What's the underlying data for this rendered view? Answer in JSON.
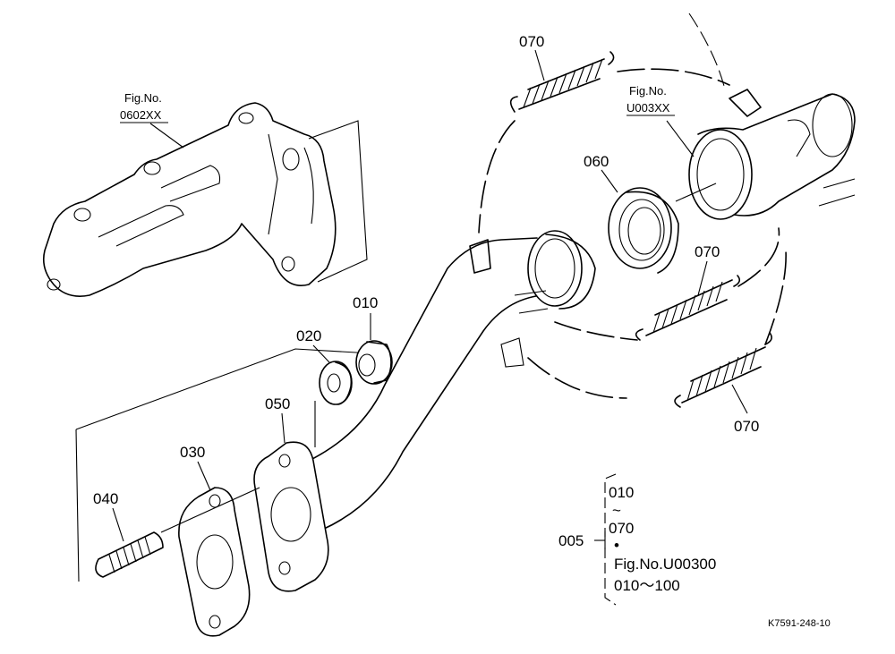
{
  "references": {
    "fig_left_label": "Fig.No.",
    "fig_left_number": "0602XX",
    "fig_right_label": "Fig.No.",
    "fig_right_number": "U003XX"
  },
  "callouts": {
    "p070_top": "070",
    "p060": "060",
    "p070_mid": "070",
    "p070_bottom": "070",
    "p010": "010",
    "p020": "020",
    "p050": "050",
    "p030": "030",
    "p040": "040"
  },
  "assembly_legend": {
    "assembly_number": "005",
    "range_start": "010",
    "range_tilde": "~",
    "range_end": "070",
    "separator_dot": "•",
    "fig_reference": "Fig.No.U00300",
    "fig_range": "010～100"
  },
  "drawing_code": "K7591-248-10"
}
